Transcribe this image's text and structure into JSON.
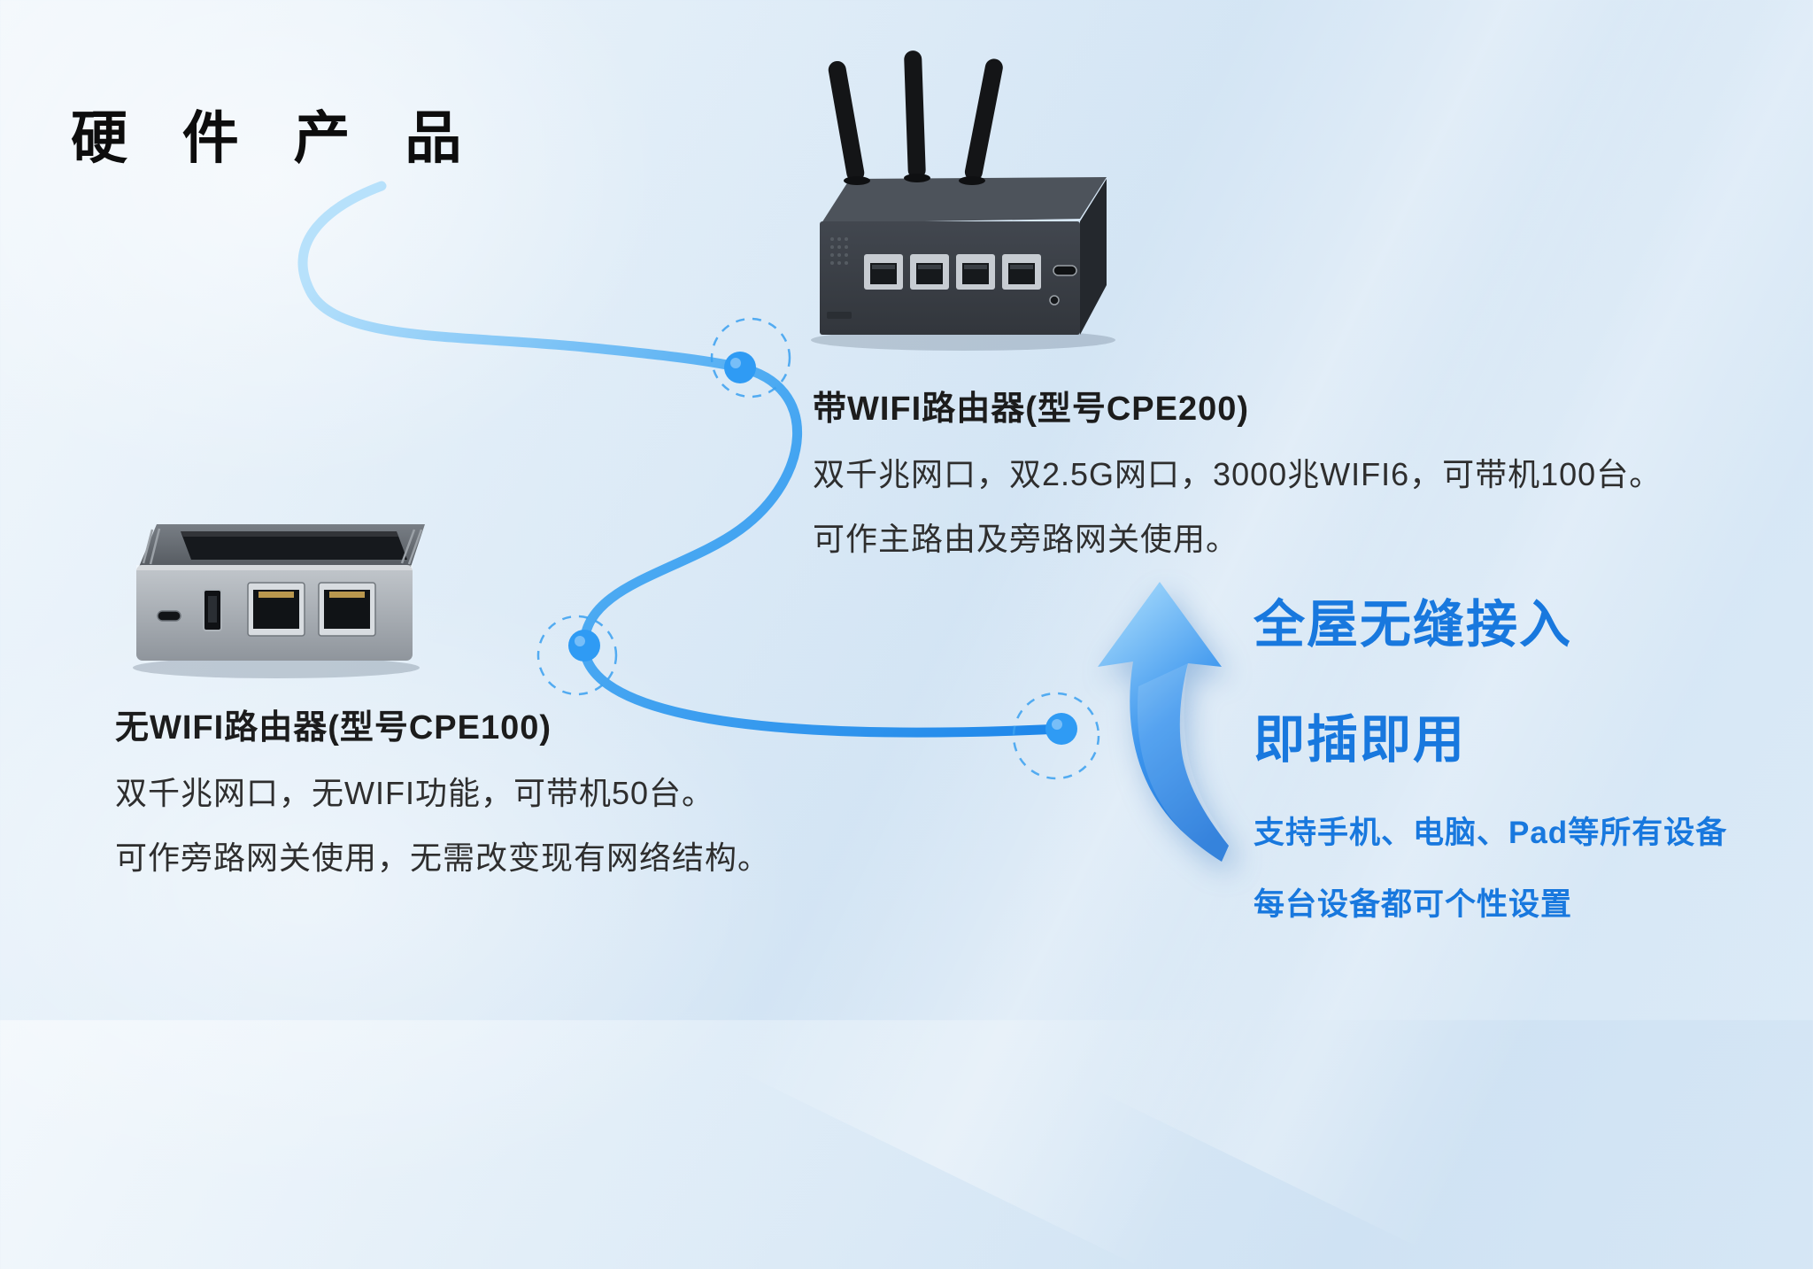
{
  "page": {
    "title": "硬 件 产 品"
  },
  "products": [
    {
      "id": "cpe200",
      "name": "带WIFI路由器(型号CPE200)",
      "desc1": "双千兆网口，双2.5G网口，3000兆WIFI6，可带机100台。",
      "desc2": "可作主路由及旁路网关使用。"
    },
    {
      "id": "cpe100",
      "name": "无WIFI路由器(型号CPE100)",
      "desc1": "双千兆网口，无WIFI功能，可带机50台。",
      "desc2": "可作旁路网关使用，无需改变现有网络结构。"
    }
  ],
  "highlights": {
    "headline1": "全屋无缝接入",
    "headline2": "即插即用",
    "sub1": "支持手机、电脑、Pad等所有设备",
    "sub2": "每台设备都可个性设置"
  },
  "icons": {
    "arrow": "up-arrow",
    "connector": "connection-curve",
    "node": "node-dot"
  },
  "colors": {
    "accent_blue": "#1878de",
    "curve_blue": "#2f9bf4",
    "title_black": "#0d0d0d",
    "body_text": "#2e2e2e",
    "background_top": "#f3f8fc",
    "background_bottom": "#cfe2f3"
  }
}
